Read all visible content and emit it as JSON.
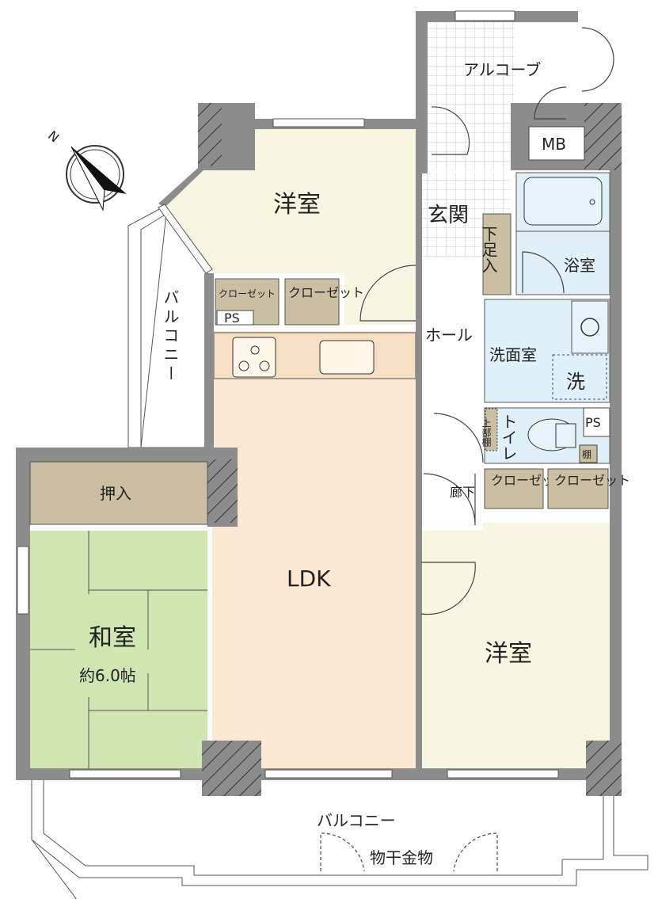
{
  "rooms": {
    "western_north": "洋室",
    "western_south": "洋室",
    "ldk": "LDK",
    "washitsu": "和室",
    "washitsu_size": "約6.0帖",
    "oshiire": "押入",
    "genkan": "玄関",
    "alcove": "アルコーブ",
    "mb": "MB",
    "shoe_storage": "下足入",
    "bath": "浴室",
    "hall": "ホール",
    "washroom": "洗面室",
    "washer": "洗",
    "toilet": "トイレ",
    "upper_shelf": "上部棚",
    "ps_toilet": "PS",
    "shelf": "棚",
    "corridor": "廊下",
    "closet_small": "クローゼット",
    "ps_north": "PS",
    "closet_north": "クローゼット",
    "closet_south_1": "クローゼット",
    "closet_south_2": "クローゼット",
    "balcony_west": "バルコニー",
    "balcony_south": "バルコニー",
    "drying_hardware": "物干金物"
  },
  "compass": {
    "label": "N",
    "icon": "north-arrow-icon"
  },
  "colors": {
    "wall": "#8c8c8c",
    "western": "#f8f6e1",
    "ldk": "#fbe9d4",
    "kitchen": "#f7dfc3",
    "washitsu": "#cfe5b2",
    "storage": "#cbbfa3",
    "wet": "#dff0f8"
  }
}
